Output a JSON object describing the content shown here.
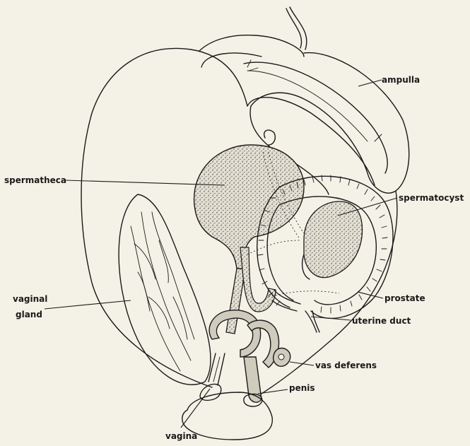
{
  "labels": {
    "ampulla": "ampulla",
    "spermatheca": "spermatheca",
    "spermatocyst": "spermatocyst",
    "vaginal_gland_line1": "vaginal",
    "vaginal_gland_line2": "gland",
    "prostate": "prostate",
    "uterine_duct": "uterine duct",
    "vas_deferens": "vas deferens",
    "penis": "penis",
    "vagina": "vagina"
  },
  "colors": {
    "background": "#f4f1e6",
    "ink": "#1a1a1a",
    "stipple": "#d8d4c6"
  }
}
